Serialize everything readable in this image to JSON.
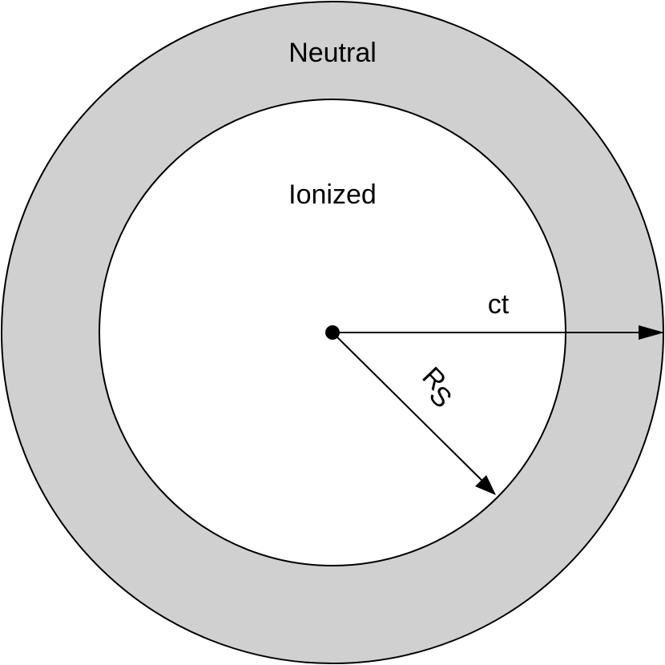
{
  "labels": {
    "outer_region": "Neutral",
    "inner_region": "Ionized",
    "horizontal_radius": "ct",
    "diagonal_radius": "R",
    "diagonal_radius_subscript": "S"
  },
  "colors": {
    "neutral_shell": "#d0d0d0",
    "ionized_core": "#ffffff",
    "stroke": "#000000"
  }
}
